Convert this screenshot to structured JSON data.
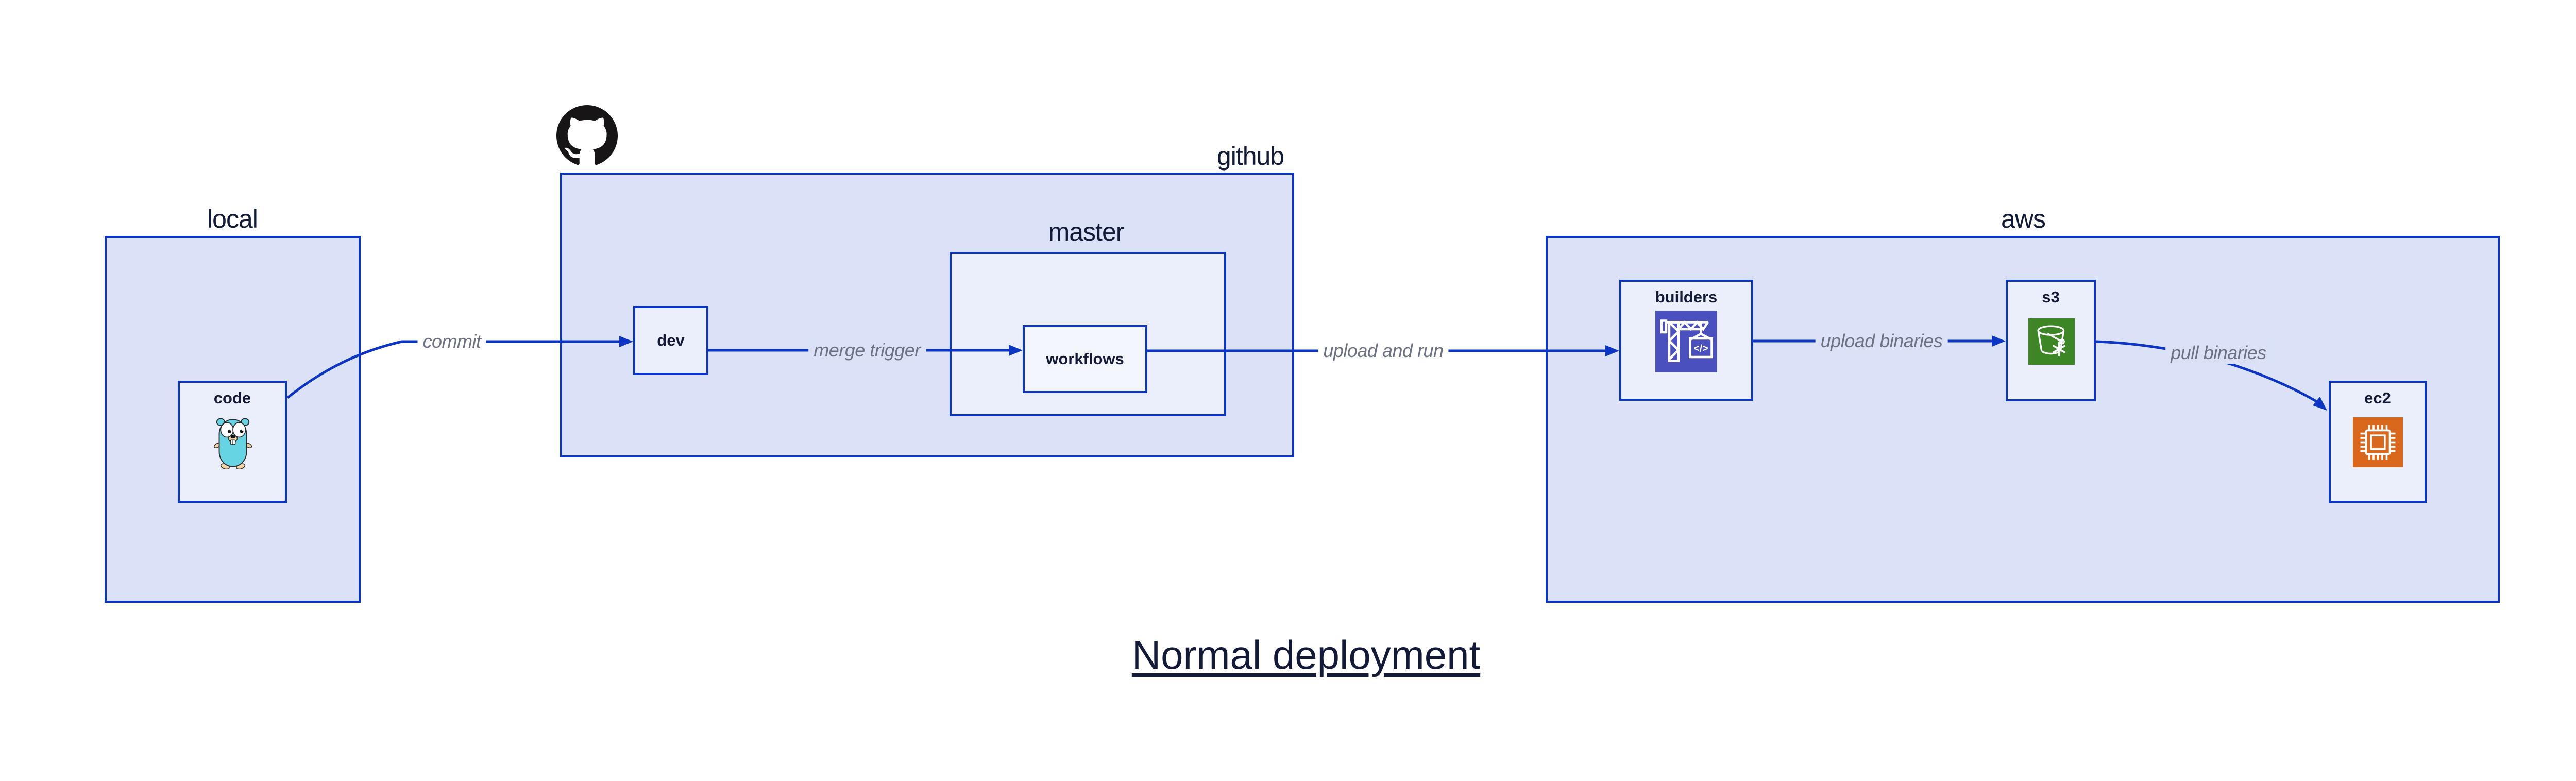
{
  "title": "Normal deployment",
  "groups": {
    "local": {
      "label": "local"
    },
    "github": {
      "label": "github"
    },
    "master": {
      "label": "master"
    },
    "aws": {
      "label": "aws"
    }
  },
  "nodes": {
    "code": {
      "label": "code"
    },
    "dev": {
      "label": "dev"
    },
    "workflows": {
      "label": "workflows"
    },
    "builders": {
      "label": "builders"
    },
    "s3": {
      "label": "s3"
    },
    "ec2": {
      "label": "ec2"
    }
  },
  "connectors": {
    "commit": {
      "label": "commit"
    },
    "merge_trigger": {
      "label": "merge trigger"
    },
    "upload_and_run": {
      "label": "upload and run"
    },
    "upload_binaries": {
      "label": "upload binaries"
    },
    "pull_binaries": {
      "label": "pull binaries"
    }
  },
  "icons": {
    "code_icon": "go-gopher-icon",
    "github_icon": "github-octocat-icon",
    "builders_icon": "codebuild-crane-icon",
    "s3_icon": "s3-bucket-icon",
    "ec2_icon": "ec2-chip-icon"
  },
  "colors": {
    "canvas_bg": "#ffffff",
    "box_border": "#0d35c3",
    "group_fill": "#dbe2f8",
    "node_fill": "#ebeffb",
    "subnode_fill": "#f3f6fd",
    "label_navy": "#121a38",
    "connector_label_gray": "#6d7282",
    "octocat_black": "#171515",
    "builders_icon_bg": "#4b50bf",
    "s3_icon_bg": "#3c8625",
    "ec2_icon_bg": "#d9671c",
    "gopher_body": "#67d4e3",
    "gopher_skin": "#f3d3a4",
    "gopher_outline": "#2b2b2b"
  }
}
